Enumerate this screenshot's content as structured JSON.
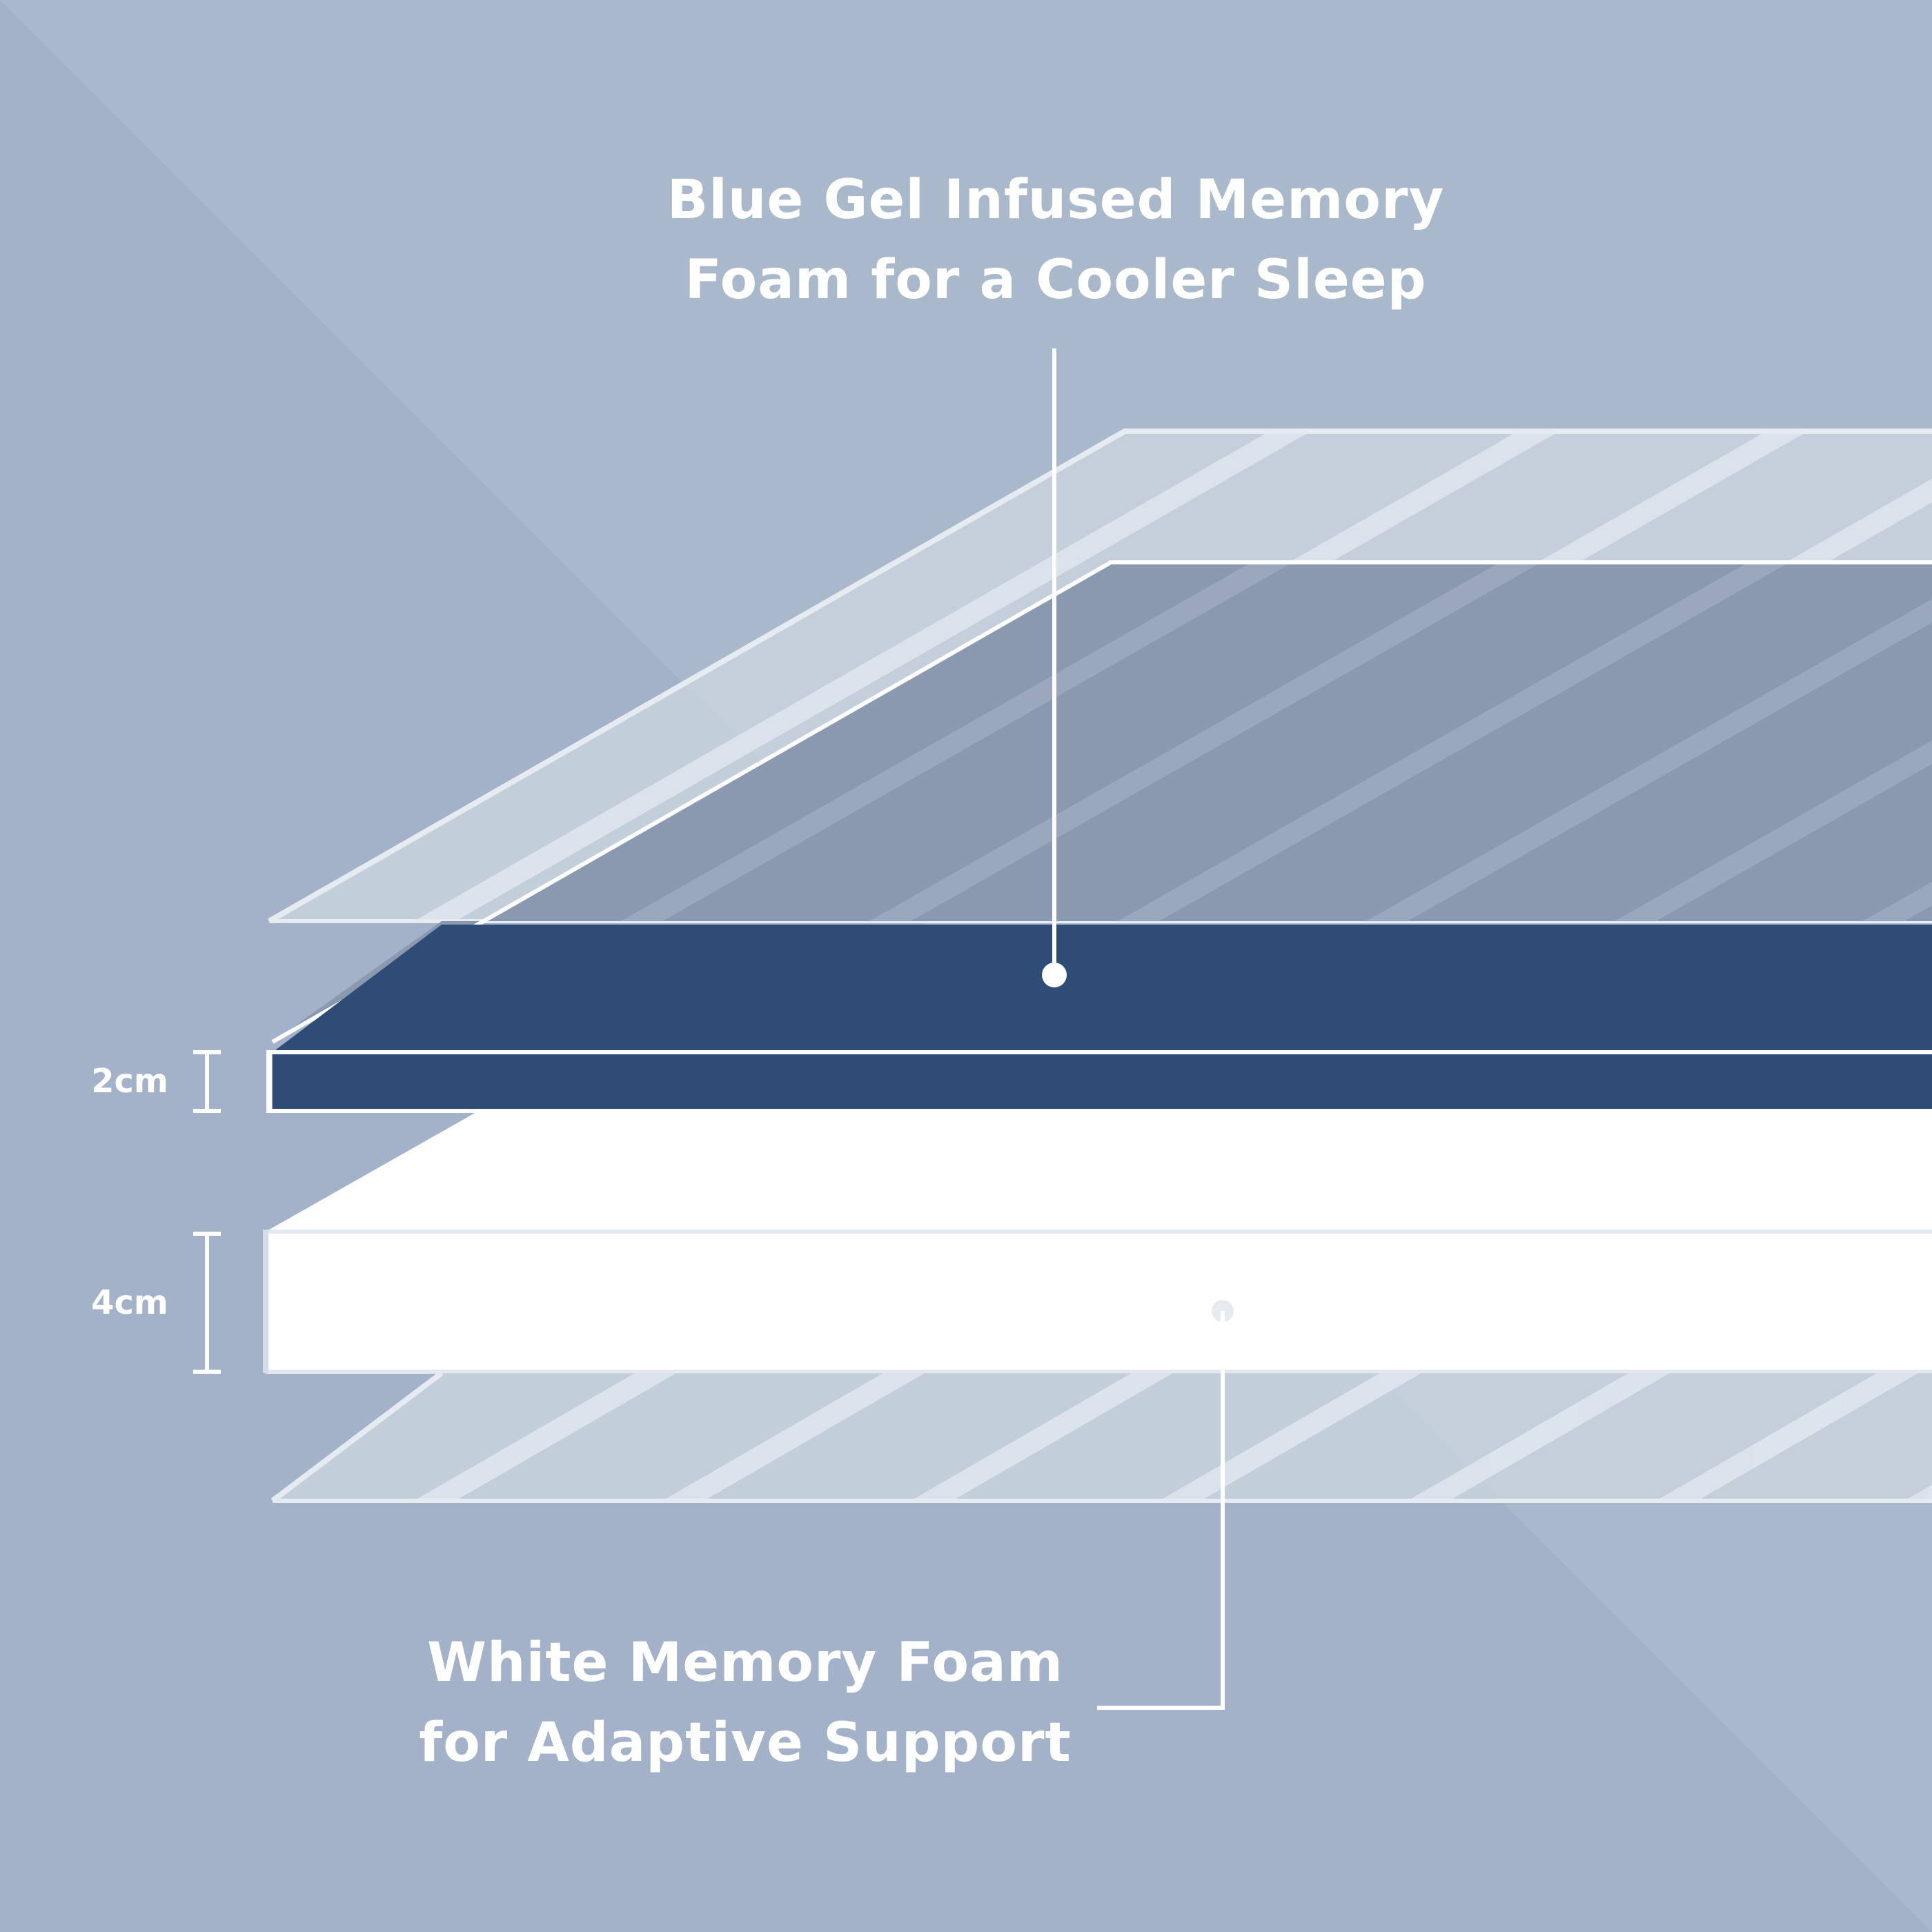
{
  "colors": {
    "background": "#a3b2c9",
    "background_light": "#aab8cb",
    "cover_fill": "#c9d2de",
    "cover_stripe": "#dfe5ee",
    "gel_top": "#8a99b0",
    "gel_side": "#2e4c75",
    "white_foam": "#ffffff",
    "lines": "#ffffff"
  },
  "layers": {
    "blue_gel": {
      "title_line1": "Blue Gel Infused Memory",
      "title_line2": "Foam for a Cooler Sleep",
      "thickness": "2cm"
    },
    "white_foam": {
      "title_line1": "White Memory Foam",
      "title_line2": "for Adaptive Support",
      "thickness": "4cm"
    }
  }
}
